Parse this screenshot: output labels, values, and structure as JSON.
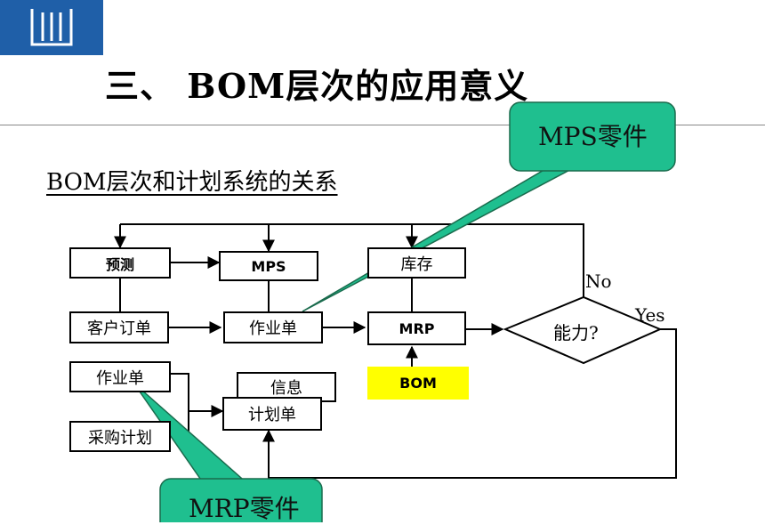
{
  "header": {
    "title": "三、 BOM层次的应用意义",
    "subtitle": "BOM层次和计划系统的关系"
  },
  "colors": {
    "logo": "#1f5fa8",
    "callout": "#1fbf8f",
    "bom": "#ffff00"
  },
  "nodes": {
    "forecast": "预测",
    "mps": "MPS",
    "inventory": "库存",
    "customer_order": "客户订单",
    "work_order_main": "作业单",
    "mrp": "MRP",
    "capacity": "能力?",
    "bom": "BOM",
    "work_order_left": "作业单",
    "purchase_plan": "采购计划",
    "info": "信息",
    "plan_sheet": "计划单"
  },
  "labels": {
    "no": "No",
    "yes": "Yes"
  },
  "callouts": {
    "mps_parts": "MPS零件",
    "mrp_parts": "MRP零件"
  }
}
